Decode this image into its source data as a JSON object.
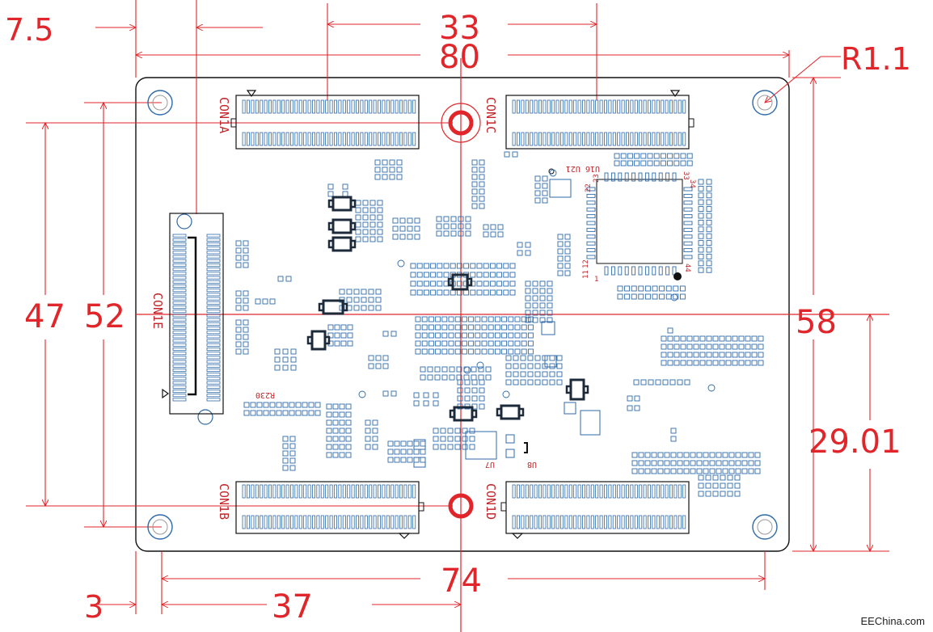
{
  "dimensions": {
    "d_7_5": "7.5",
    "d_33": "33",
    "d_80": "80",
    "d_r1_1": "R1.1",
    "d_47": "47",
    "d_52": "52",
    "d_58": "58",
    "d_29_01": "29.01",
    "d_74": "74",
    "d_3": "3",
    "d_37": "37"
  },
  "connectors": {
    "con1a": "CON1A",
    "con1c": "CON1C",
    "con1e": "CON1E",
    "con1b": "CON1B",
    "con1d": "CON1D"
  },
  "refs": {
    "u16u21": "U16 U21",
    "r230": "R230",
    "u7": "U7",
    "u8": "U8",
    "pin1": "1",
    "pin11": "11",
    "pin12": "12",
    "pin22": "22",
    "pin23": "23",
    "pin33": "33",
    "pin34": "34",
    "pin44": "44"
  },
  "watermark": "EEChina.com",
  "colors": {
    "dimension": "#e0262a",
    "outline": "#111111",
    "pad": "#2f6aa8",
    "component": "#1c2a3a"
  }
}
